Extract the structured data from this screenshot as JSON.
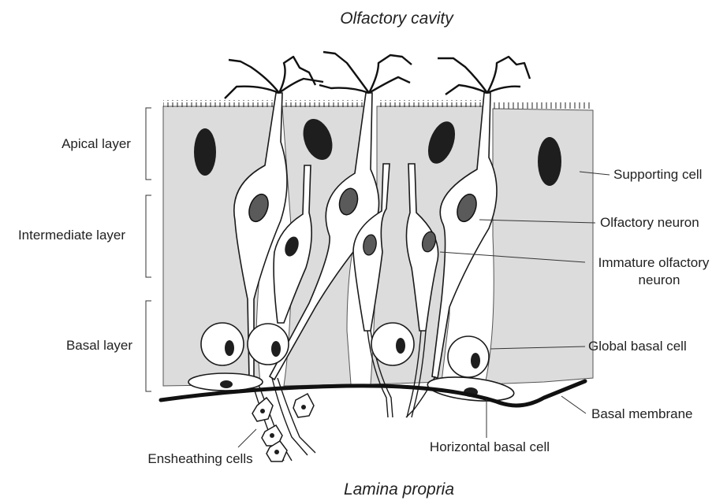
{
  "title_top": "Olfactory cavity",
  "title_bottom": "Lamina propria",
  "layers": {
    "apical": "Apical layer",
    "intermediate": "Intermediate layer",
    "basal": "Basal layer"
  },
  "labels": {
    "supporting_cell": "Supporting cell",
    "olfactory_neuron": "Olfactory neuron",
    "immature_neuron_line1": "Immature olfactory",
    "immature_neuron_line2": "neuron",
    "global_basal_cell": "Global basal cell",
    "basal_membrane": "Basal membrane",
    "horizontal_basal_cell": "Horizontal basal cell",
    "ensheathing_cells": "Ensheathing cells"
  },
  "colors": {
    "tissue": "#dcdcdc",
    "outline": "#1a1a1a",
    "nucleus_dark": "#1e1e1e",
    "nucleus_grey": "#5a5a5a"
  }
}
